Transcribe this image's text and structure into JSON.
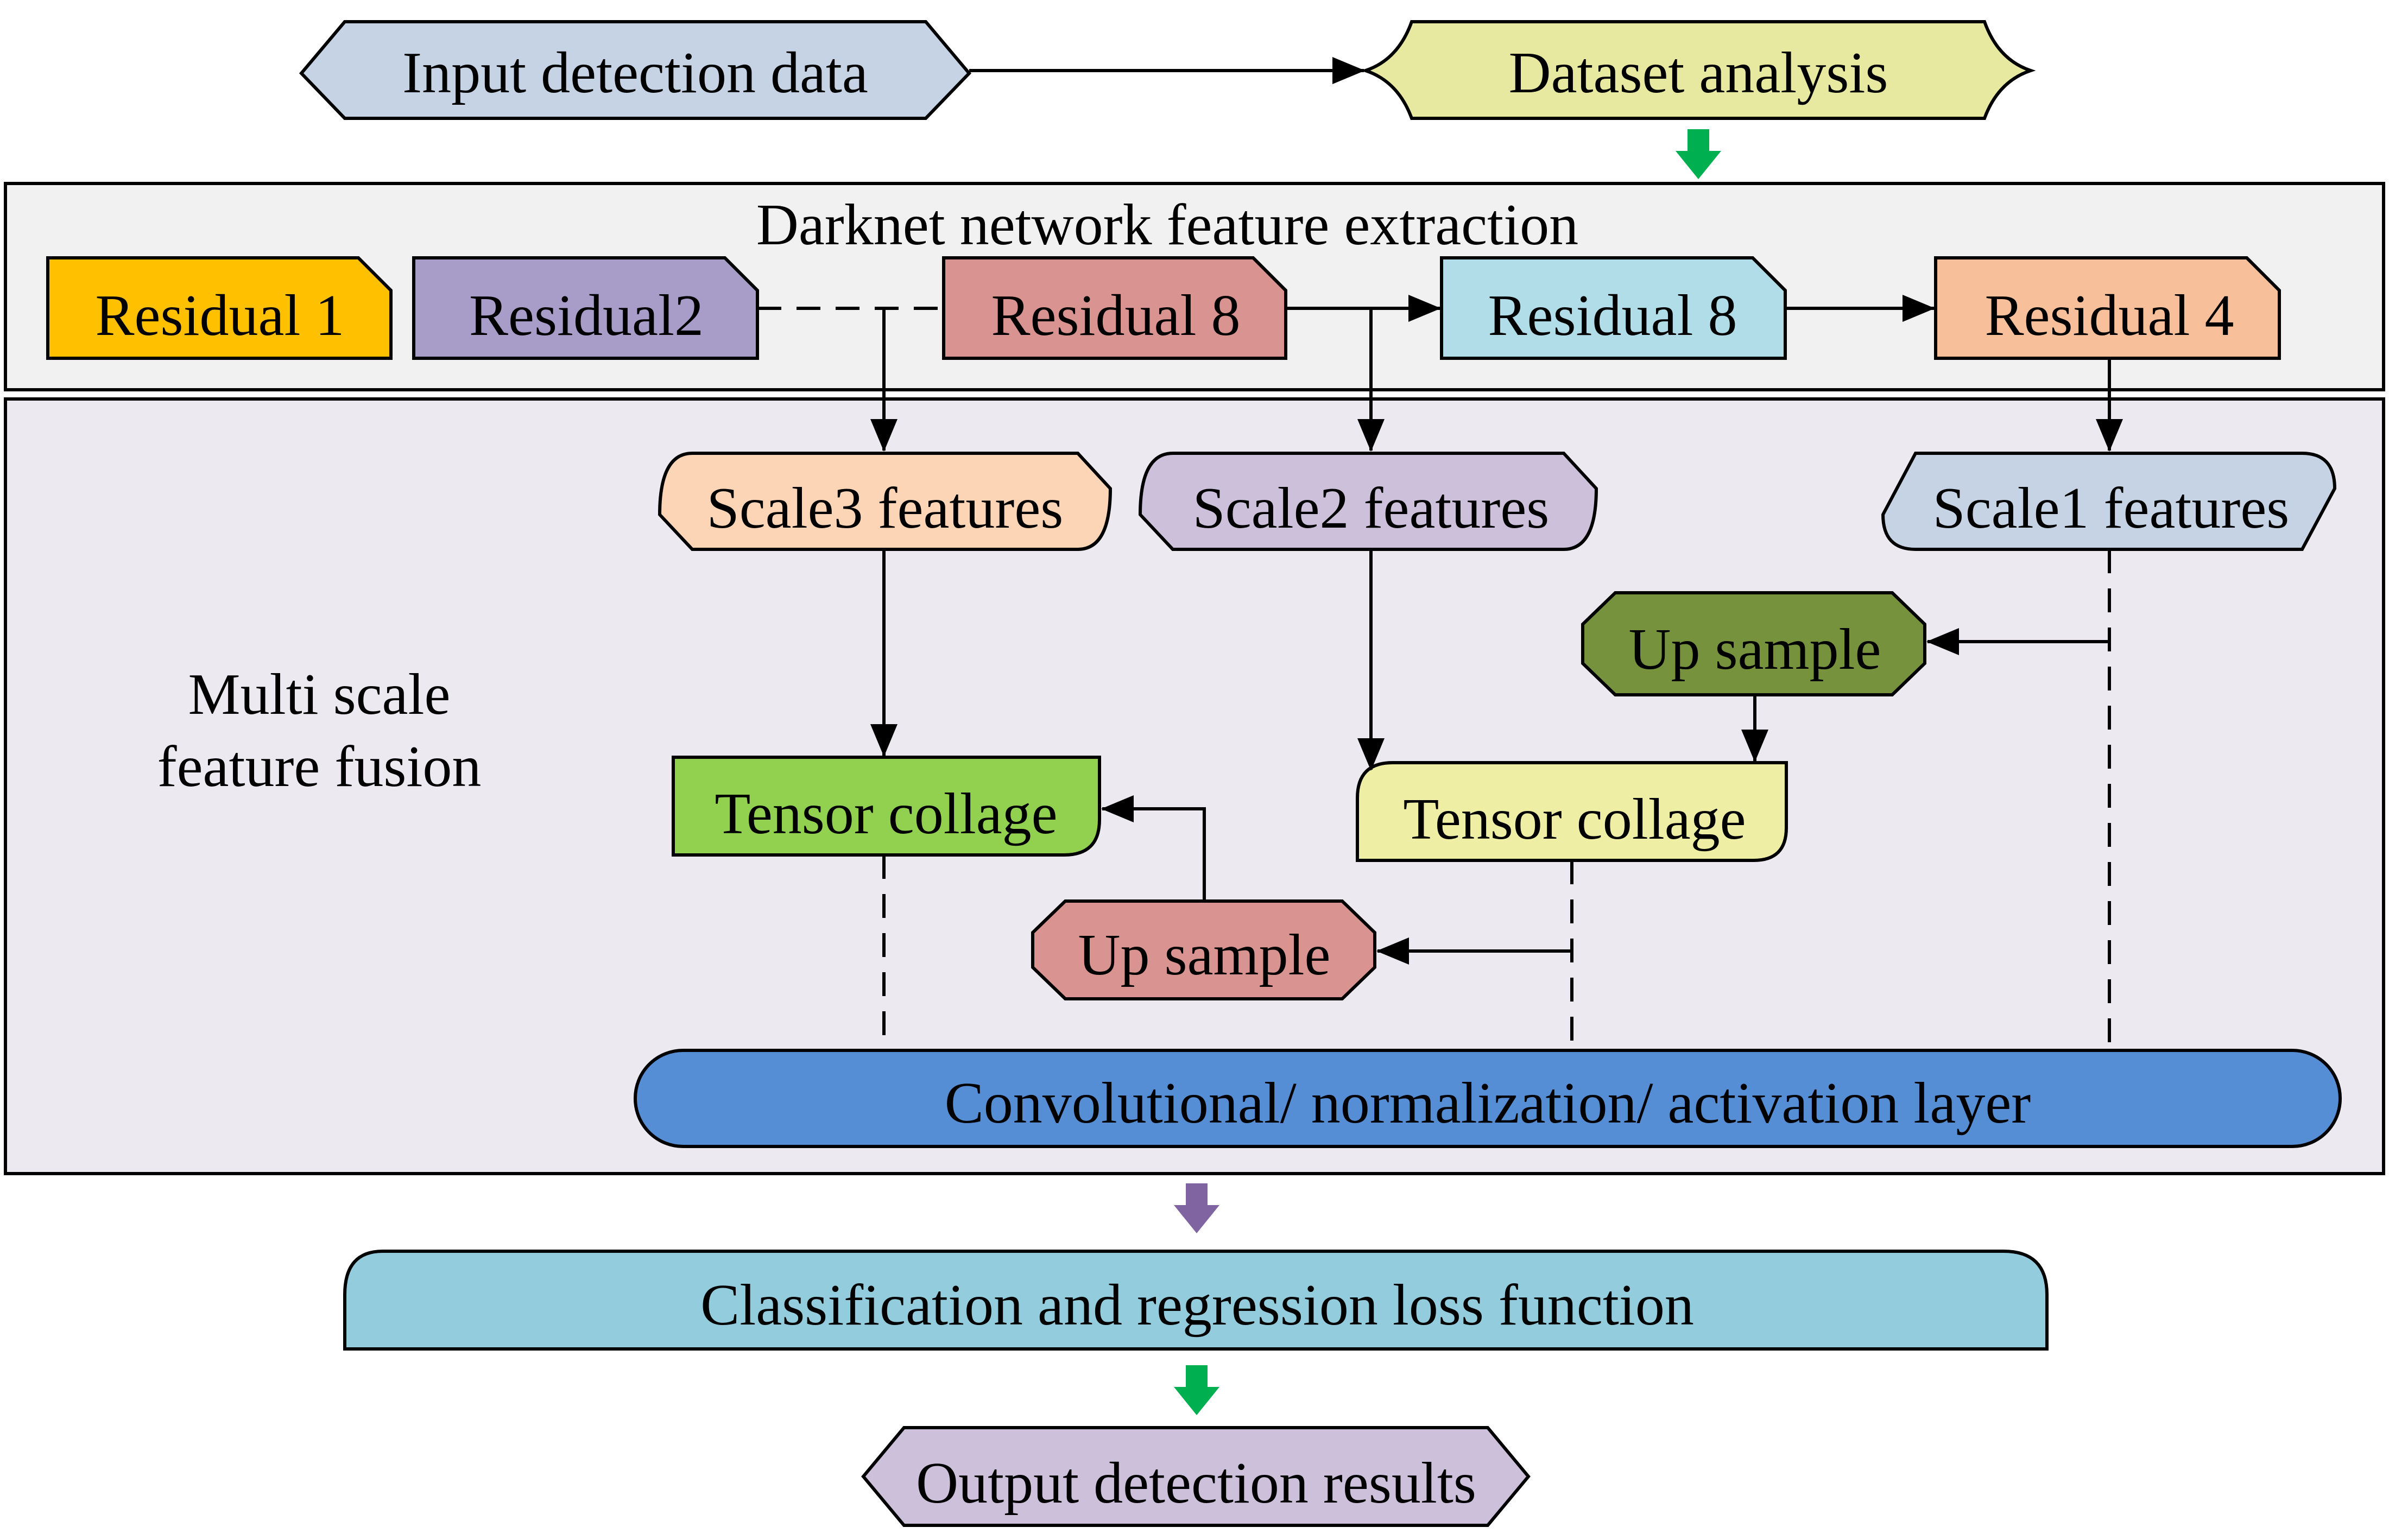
{
  "nodes": {
    "input": "Input detection data",
    "dataset": "Dataset analysis",
    "darknet_title": "Darknet network feature extraction",
    "res1": "Residual 1",
    "res2": "Residual2",
    "res8a": "Residual 8",
    "res8b": "Residual 8",
    "res4": "Residual 4",
    "scale3": "Scale3 features",
    "scale2": "Scale2 features",
    "scale1": "Scale1 features",
    "fusion_line1": "Multi scale",
    "fusion_line2": "feature fusion",
    "upsample_green": "Up sample",
    "tensor_green": "Tensor collage",
    "tensor_yellow": "Tensor collage",
    "upsample_red": "Up sample",
    "conv": "Convolutional/ normalization/ activation layer",
    "loss": "Classification and regression loss function",
    "output": "Output detection results"
  },
  "colors": {
    "input": "#c5d3e5",
    "dataset": "#e8e9a1",
    "panel_top": "#f1f1f1",
    "panel_bottom": "#eceaf0",
    "res1": "#ffc000",
    "res2": "#a89cc8",
    "res8a": "#d99391",
    "res8b": "#b1dde9",
    "res4": "#f8c09a",
    "scale3": "#fbd5b5",
    "scale2": "#ccc0da",
    "scale1": "#c5d3e5",
    "upsample_green": "#76923c",
    "tensor_green": "#92d050",
    "tensor_yellow": "#eeefa4",
    "upsample_red": "#d99391",
    "conv": "#558ed5",
    "loss": "#93cddd",
    "output": "#ccc0da",
    "arrow_green": "#00b050",
    "arrow_purple": "#8064a2"
  }
}
